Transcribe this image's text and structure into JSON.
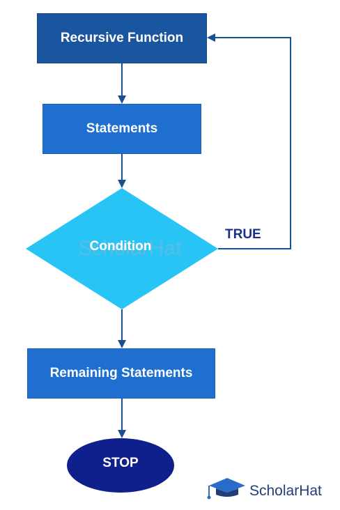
{
  "diagram": {
    "nodes": {
      "recursive_function": "Recursive Function",
      "statements": "Statements",
      "condition": "Condition",
      "remaining_statements": "Remaining Statements",
      "stop": "STOP"
    },
    "edge_labels": {
      "true": "TRUE"
    },
    "colors": {
      "primary_box": "#1a56a0",
      "secondary_box": "#1e6fcf",
      "decision": "#29c4f6",
      "terminator": "#0f1f8c",
      "connector": "#1a4f93",
      "true_label": "#1a2f8c"
    }
  },
  "watermark": {
    "text": "ScholarHat"
  },
  "logo": {
    "text": "ScholarHat",
    "icon": "graduation-cap-icon"
  }
}
